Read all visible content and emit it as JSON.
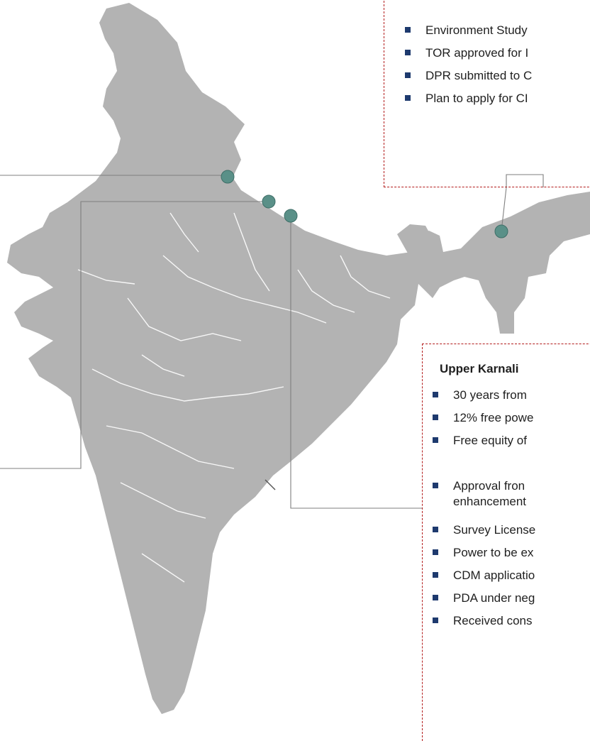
{
  "top_box": {
    "bullets": [
      "Environment Study",
      "TOR approved for I",
      "DPR submitted to C",
      "Plan to apply for CI"
    ]
  },
  "bottom_box": {
    "title": "Upper Karnali",
    "bullets": [
      "30 years from",
      "12% free powe",
      "Free equity of"
    ],
    "bullets2": [
      {
        "line1": "Approval  fron",
        "line2": "enhancement"
      },
      {
        "line1": "Survey License"
      },
      {
        "line1": "Power to be ex"
      },
      {
        "line1": "CDM applicatio"
      },
      {
        "line1": "PDA under neg"
      },
      {
        "line1": "Received  cons"
      }
    ]
  },
  "colors": {
    "map_fill": "#b3b3b3",
    "river": "#ffffff",
    "marker": "#5a9088",
    "leader_line": "#7f7f7f",
    "callout_border": "#b31b1b",
    "bullet": "#1e3a6e"
  }
}
